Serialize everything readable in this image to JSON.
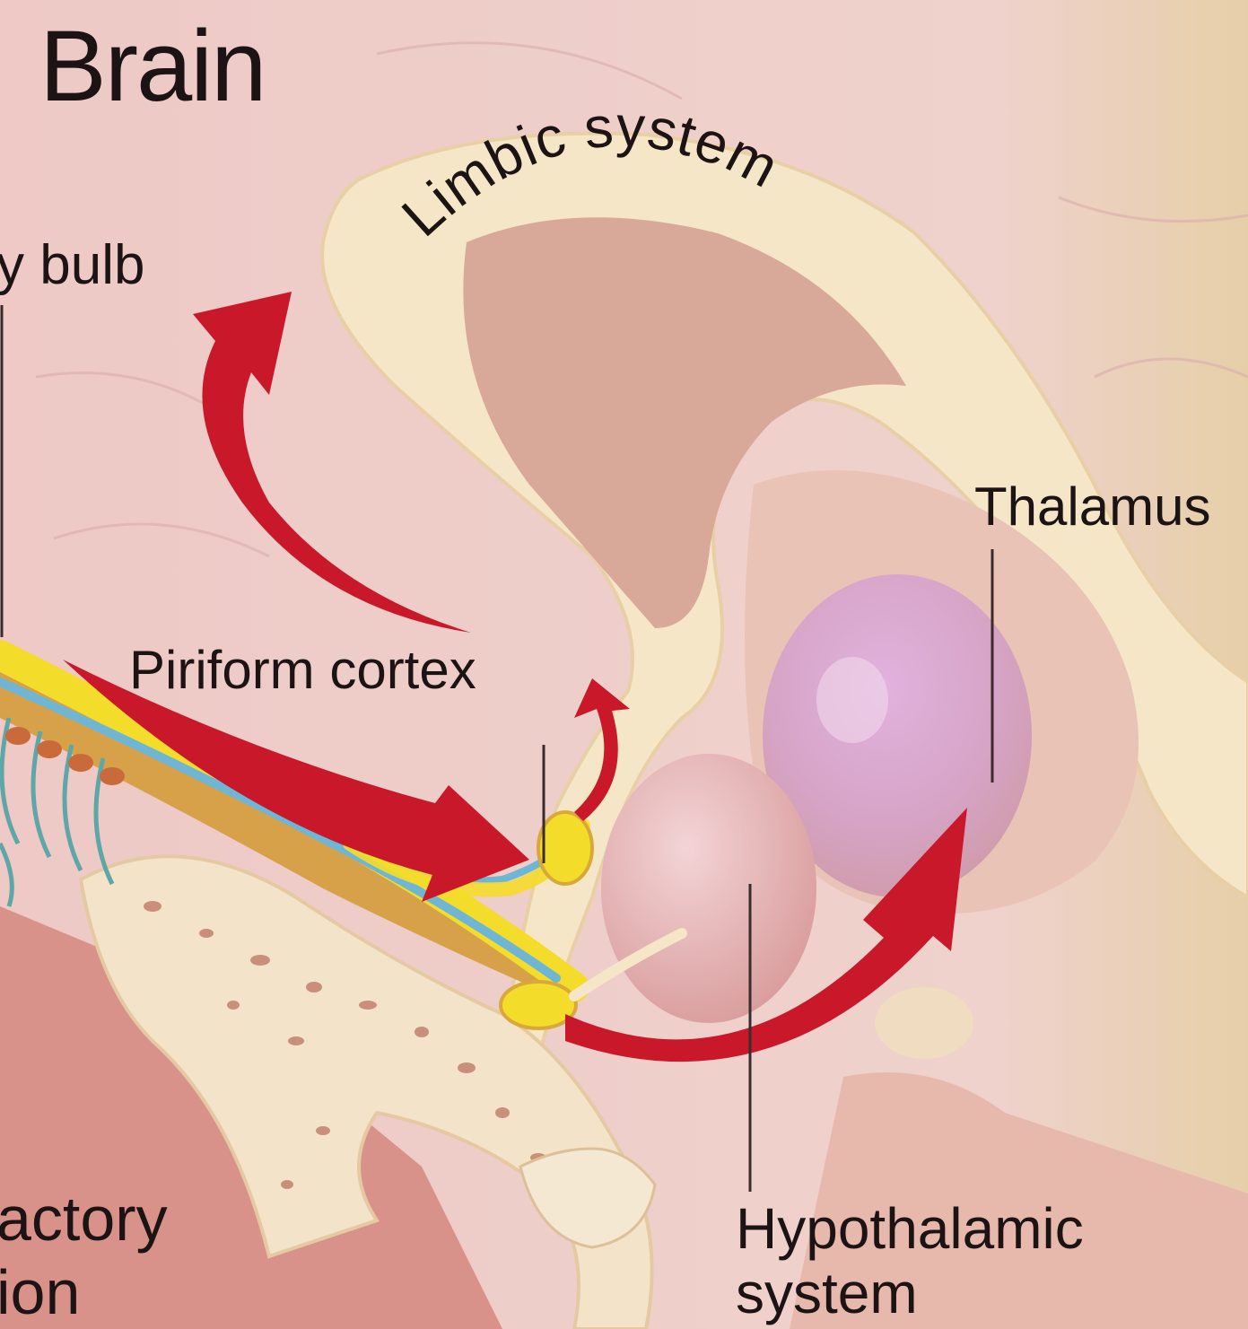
{
  "title": "Brain",
  "labels": {
    "olfactory_bulb_fragment": "y bulb",
    "limbic_system": "Limbic system",
    "piriform_cortex": "Piriform cortex",
    "thalamus": "Thalamus",
    "hypothalamic_line1": "Hypothalamic",
    "hypothalamic_line2": "system",
    "olfactory_fragment_line1": "actory",
    "olfactory_fragment_line2": "ion"
  },
  "colors": {
    "background": "#ecc8c4",
    "limbic_band": "#f4e6c6",
    "deep_tissue": "#d9a79a",
    "arrow_red": "#c8182a",
    "nerve_yellow": "#f4dc2a",
    "nerve_blue": "#6fb6d4",
    "thalamus_purple": "#d9a6d4"
  }
}
